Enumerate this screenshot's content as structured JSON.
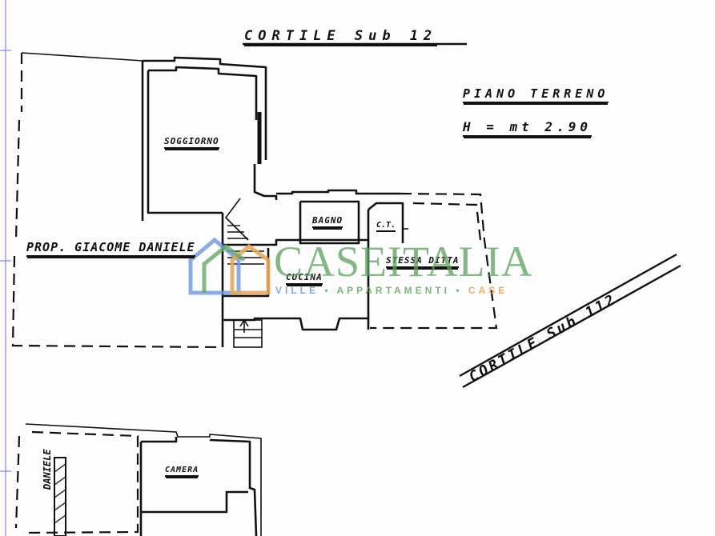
{
  "plan": {
    "title": "PIANO TERRENO",
    "height_note": "H = mt 2.90",
    "courtyard_top": "CORTILE Sub 12",
    "courtyard_right": "CORTILE Sub 112",
    "neighbor_property": "PROP. GIACOME DANIELE",
    "neighbor_side_lower": "DANIELE"
  },
  "rooms": [
    {
      "name": "SOGGIORNO"
    },
    {
      "name": "BAGNO"
    },
    {
      "name": "C.T."
    },
    {
      "name": "CUCINA"
    },
    {
      "name": "STESSA DITTA"
    },
    {
      "name": "CAMERA"
    }
  ],
  "watermark": {
    "brand": "CASEITALIA",
    "tagline_part1": "VILLE",
    "tagline_sep": "•",
    "tagline_part2": "APPARTAMENTI",
    "tagline_part3": "CASE",
    "colors": {
      "green": "#5aa05a",
      "blue": "#6e96dc",
      "orange": "#e6aa5a"
    }
  },
  "colors": {
    "ink": "#111111",
    "paper": "#fdfdfd",
    "margin_line": "#7878ff"
  }
}
